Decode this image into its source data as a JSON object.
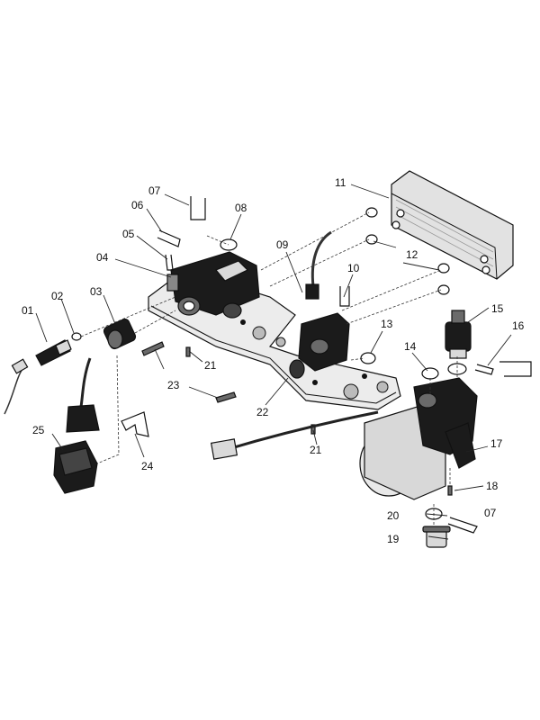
{
  "callouts": [
    {
      "id": "c01",
      "label": "01"
    },
    {
      "id": "c02",
      "label": "02"
    },
    {
      "id": "c03",
      "label": "03"
    },
    {
      "id": "c04",
      "label": "04"
    },
    {
      "id": "c05",
      "label": "05"
    },
    {
      "id": "c06",
      "label": "06"
    },
    {
      "id": "c07a",
      "label": "07"
    },
    {
      "id": "c07b",
      "label": "07"
    },
    {
      "id": "c08",
      "label": "08"
    },
    {
      "id": "c09",
      "label": "09"
    },
    {
      "id": "c10",
      "label": "10"
    },
    {
      "id": "c11",
      "label": "11"
    },
    {
      "id": "c12",
      "label": "12"
    },
    {
      "id": "c13",
      "label": "13"
    },
    {
      "id": "c14",
      "label": "14"
    },
    {
      "id": "c15",
      "label": "15"
    },
    {
      "id": "c16",
      "label": "16"
    },
    {
      "id": "c17",
      "label": "17"
    },
    {
      "id": "c18",
      "label": "18"
    },
    {
      "id": "c19",
      "label": "19"
    },
    {
      "id": "c20",
      "label": "20"
    },
    {
      "id": "c21a",
      "label": "21"
    },
    {
      "id": "c21b",
      "label": "21"
    },
    {
      "id": "c22",
      "label": "22"
    },
    {
      "id": "c23",
      "label": "23"
    },
    {
      "id": "c24",
      "label": "24"
    },
    {
      "id": "c25",
      "label": "25"
    }
  ]
}
